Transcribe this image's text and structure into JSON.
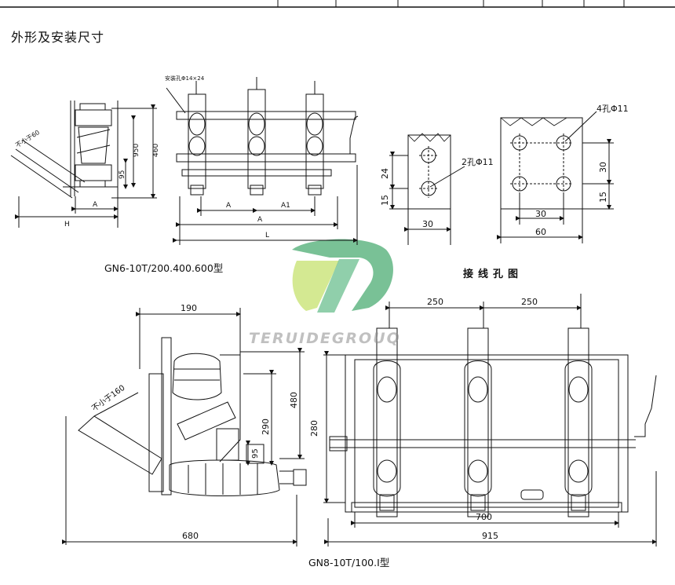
{
  "heading": "外形及安装尺寸",
  "gn6": {
    "caption": "GN6-10T/200.400.600型",
    "mount_hole_label": "安装孔Φ14×24",
    "side_angle_label": "不小于60",
    "dims": {
      "h950": "950",
      "h460": "460",
      "h95": "95",
      "A": "A",
      "A1": "A1",
      "L": "L",
      "H": "H"
    }
  },
  "holes": {
    "caption": "接线孔图",
    "two_hole_label": "2孔Φ11",
    "four_hole_label": "4孔Φ11",
    "left_dims": {
      "d24": "24",
      "d15": "15",
      "d30": "30"
    },
    "right_dims": {
      "d30v": "30",
      "d15v": "15",
      "d30h": "30",
      "d60": "60"
    }
  },
  "gn8": {
    "caption": "GN8-10T/100.Ⅰ型",
    "side_angle_label": "不小于160",
    "dims": {
      "d190": "190",
      "d480": "480",
      "d290": "290",
      "d280": "280",
      "d95": "95",
      "d680": "680",
      "d250a": "250",
      "d250b": "250",
      "d700": "700",
      "d915": "915"
    }
  },
  "watermark": {
    "text": "TERUIDEGROUQ",
    "colors": {
      "green": "#2e9e5a",
      "lime": "#b8d94a"
    }
  }
}
